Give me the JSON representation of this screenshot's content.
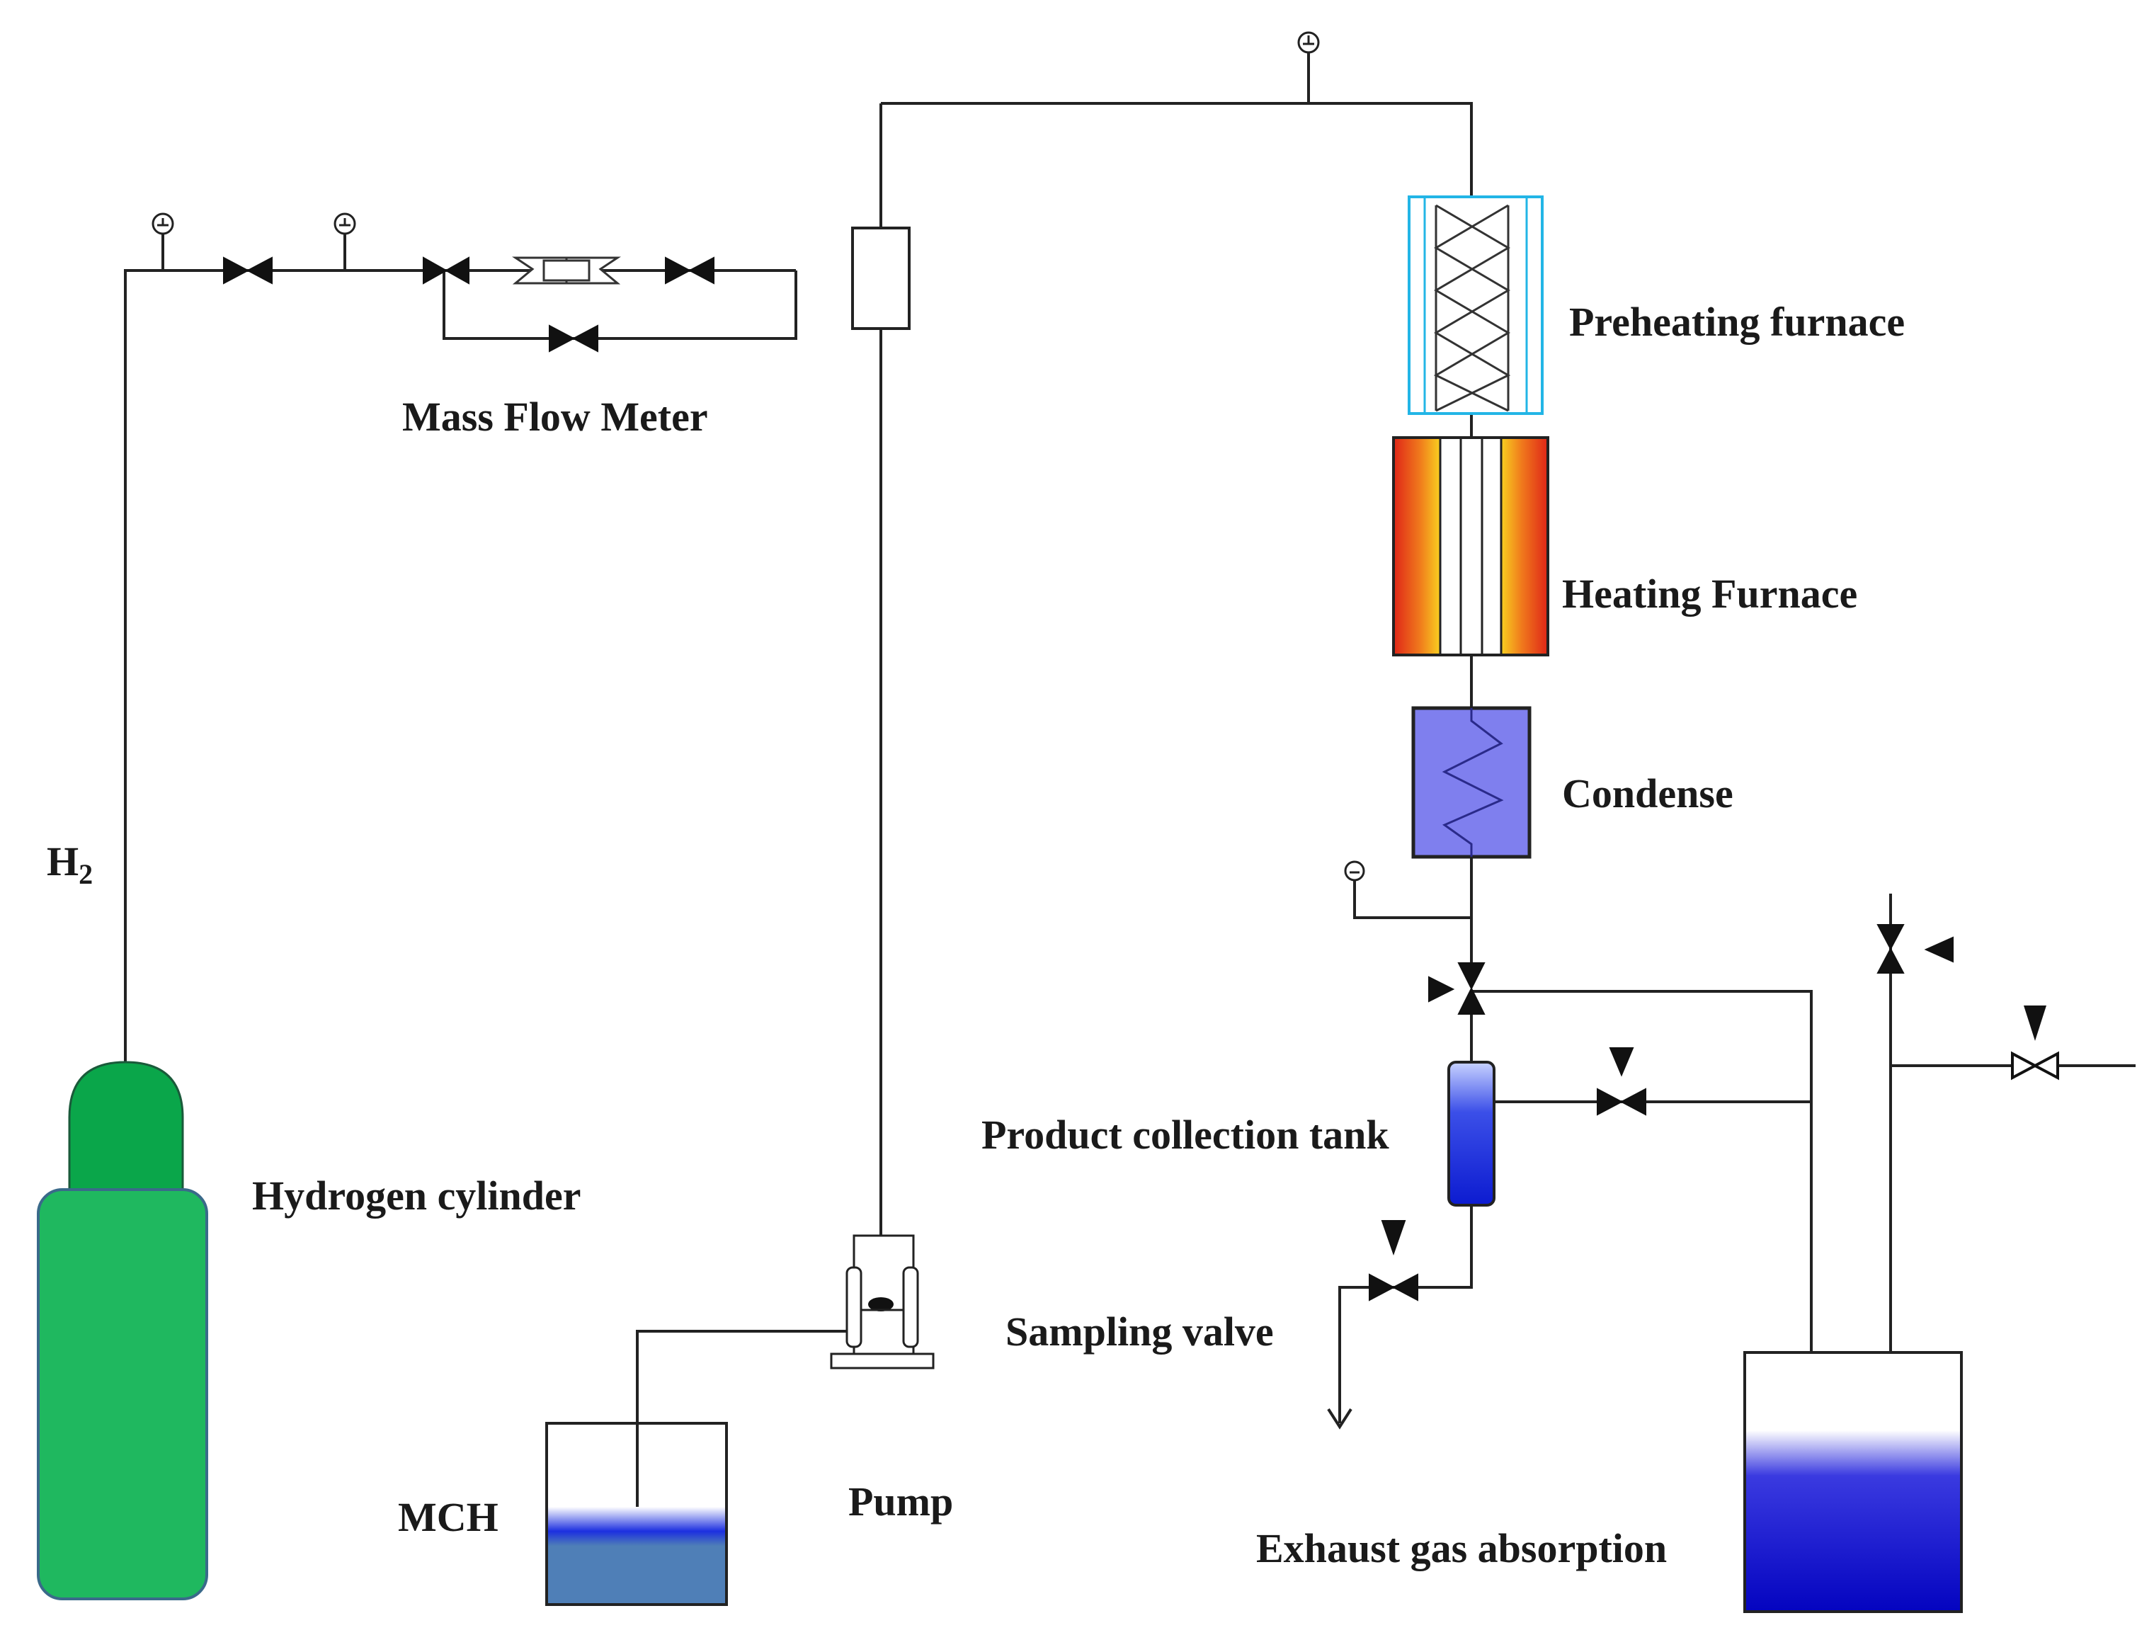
{
  "labels": {
    "mass_flow_meter": "Mass Flow Meter",
    "preheating_furnace": "Preheating furnace",
    "heating_furnace": "Heating Furnace",
    "condense": "Condense",
    "h2_main": "H",
    "h2_sub": "2",
    "hydrogen_cylinder": "Hydrogen cylinder",
    "product_collection_tank": "Product collection tank",
    "sampling_valve": "Sampling valve",
    "mch": "MCH",
    "pump": "Pump",
    "exhaust_gas_absorption": "Exhaust gas absorption"
  },
  "colors": {
    "pipe": "#222222",
    "cylinder_green": "#1fb85f",
    "cylinder_cap_green": "#0aa64a",
    "preheat_outline": "#22b5e6",
    "furnace_red": "#e8311a",
    "furnace_yellow": "#f6c21c",
    "condenser_fill": "#7f7fee",
    "mch_liquid": "#4f7fb7",
    "exhaust_liquid": "#0505c8"
  }
}
